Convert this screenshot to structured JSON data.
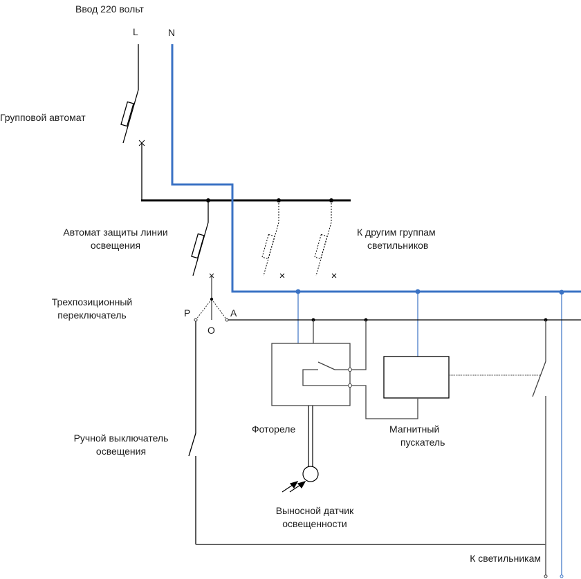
{
  "title": "Ввод 220 вольт",
  "phase_label": "L",
  "neutral_label": "N",
  "colors": {
    "neutral_wire": "#3a72c4",
    "phase_wire": "#000000",
    "gray_wire": "#555555"
  },
  "labels": {
    "group_breaker": "Групповой автомат",
    "lighting_breaker_line1": "Автомат защиты линии",
    "lighting_breaker_line2": "освещения",
    "other_groups_line1": "К другим группам",
    "other_groups_line2": "светильников",
    "three_pos_switch_line1": "Трехпозиционный",
    "three_pos_switch_line2": "переключатель",
    "pos_p": "Р",
    "pos_o": "О",
    "pos_a": "А",
    "manual_switch_line1": "Ручной выключатель",
    "manual_switch_line2": "освещения",
    "photorelay": "Фотореле",
    "contactor_line1": "Магнитный",
    "contactor_line2": "пускатель",
    "sensor_line1": "Выносной датчик",
    "sensor_line2": "освещенности",
    "to_lamps": "К светильникам"
  }
}
